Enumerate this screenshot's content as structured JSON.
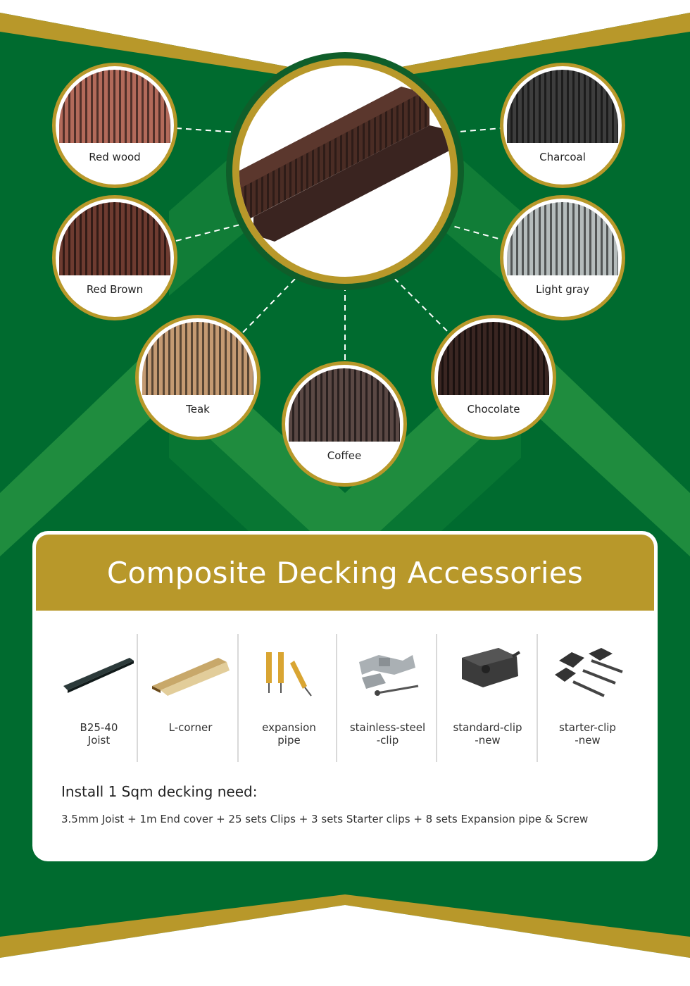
{
  "colors": {
    "green": "#006b2f",
    "light_green": "#1f8c3e",
    "gold": "#b8982a",
    "white": "#ffffff"
  },
  "swatches": [
    {
      "label": "Red wood",
      "color": "#b36a5a"
    },
    {
      "label": "Red Brown",
      "color": "#6e3b30"
    },
    {
      "label": "Teak",
      "color": "#c49a72"
    },
    {
      "label": "Coffee",
      "color": "#5a4844"
    },
    {
      "label": "Chocolate",
      "color": "#3a2622"
    },
    {
      "label": "Charcoal",
      "color": "#3d3d3d"
    },
    {
      "label": "Light gray",
      "color": "#b5bcbc"
    }
  ],
  "accessories": {
    "title": "Composite Decking Accessories",
    "items": [
      {
        "line1": "B25-40",
        "line2": "Joist",
        "icon": "joist-icon"
      },
      {
        "line1": "L-corner",
        "line2": "",
        "icon": "l-corner-icon"
      },
      {
        "line1": "expansion",
        "line2": "pipe",
        "icon": "expansion-pipe-icon"
      },
      {
        "line1": "stainless-steel",
        "line2": "-clip",
        "icon": "stainless-clip-icon"
      },
      {
        "line1": "standard-clip",
        "line2": "-new",
        "icon": "standard-clip-icon"
      },
      {
        "line1": "starter-clip",
        "line2": "-new",
        "icon": "starter-clip-icon"
      }
    ]
  },
  "install": {
    "title": "Install 1 Sqm decking need:",
    "text": "3.5mm Joist + 1m End cover + 25 sets Clips + 3 sets Starter clips + 8 sets Expansion pipe & Screw"
  }
}
